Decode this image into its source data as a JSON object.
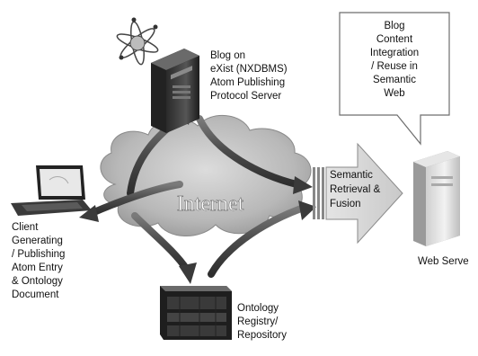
{
  "diagram": {
    "center_label": "Internet",
    "blog_server_label": [
      "Blog  on",
      "eXist  (NXDBMS)",
      "Atom Publishing",
      "Protocol Server"
    ],
    "client_label": [
      "Client",
      "Generating",
      "/ Publishing",
      "Atom Entry",
      "& Ontology",
      "Document"
    ],
    "ontology_label": [
      "Ontology",
      "Registry/",
      "Repository"
    ],
    "semantic_arrow_label": [
      "Semantic",
      "Retrieval &",
      "Fusion"
    ],
    "callout_label": [
      "Blog",
      "Content",
      "Integration",
      "/ Reuse in",
      "Semantic",
      "Web"
    ],
    "web_server_label": "Web Serve",
    "icons": {
      "blog_server": "server-tower-icon",
      "atom": "atom-icon",
      "client": "laptop-icon",
      "ontology": "server-rack-icon",
      "web_server": "server-tower-icon"
    }
  }
}
